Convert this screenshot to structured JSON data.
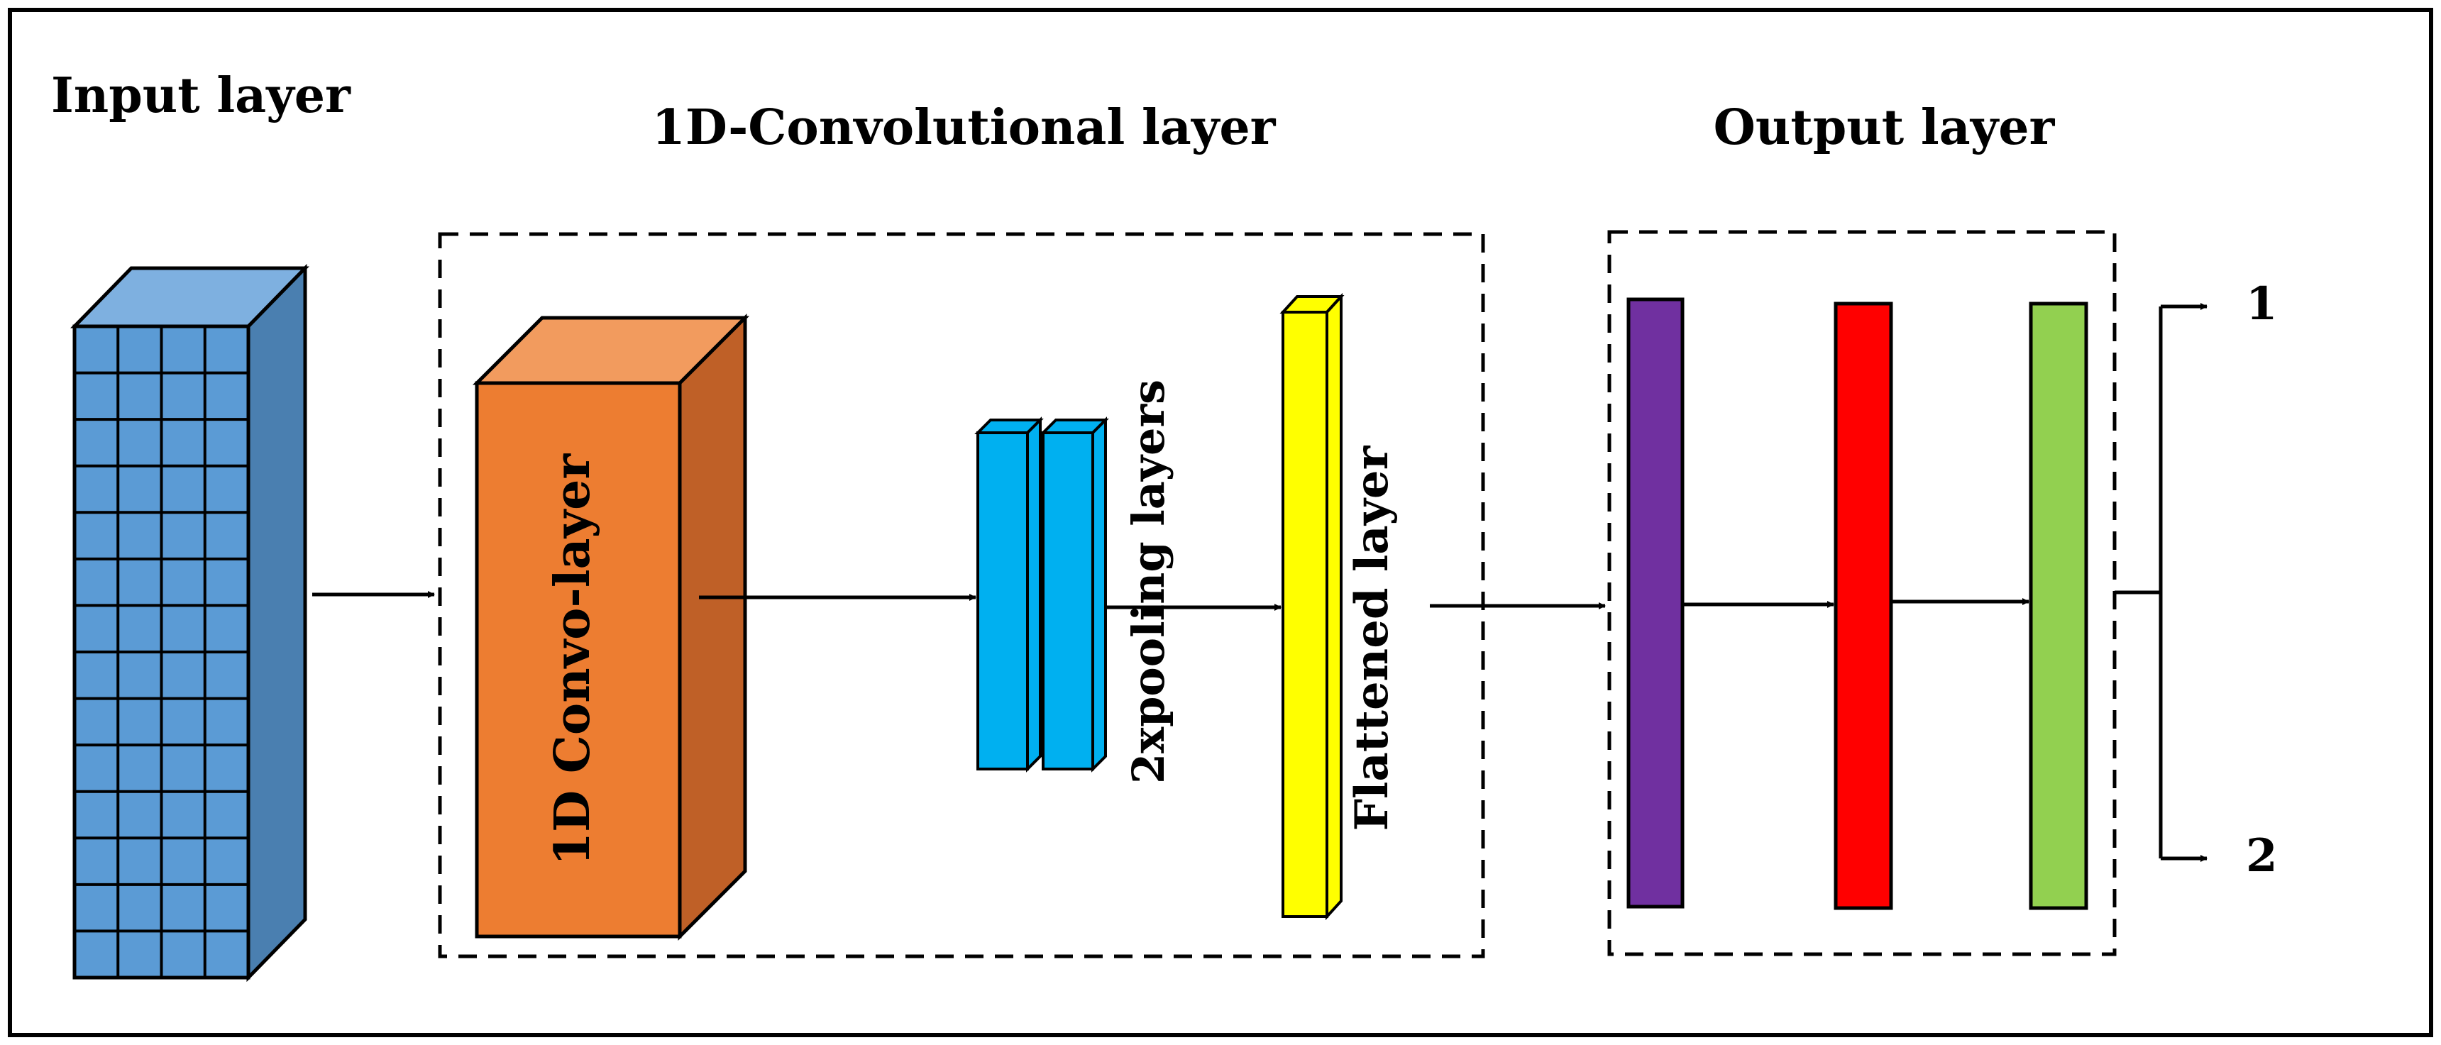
{
  "headings": {
    "input": "Input layer",
    "conv": "1D-Convolutional layer",
    "output": "Output layer"
  },
  "blocks": {
    "conv": "1D Convo-layer",
    "pooling": "2xpooling layers",
    "flattened": "Flattened layer"
  },
  "outputs": [
    "1",
    "2"
  ],
  "colors": {
    "input_front": "#5b9bd5",
    "input_top": "#7eb0e0",
    "input_side": "#4a7fb0",
    "conv_front": "#ed7d31",
    "conv_top": "#f29b5e",
    "conv_side": "#bf6027",
    "pool": "#00b0f0",
    "flatten": "#ffff00",
    "dense_1": "#7030a0",
    "dense_2": "#ff0000",
    "dense_3": "#92d050"
  }
}
